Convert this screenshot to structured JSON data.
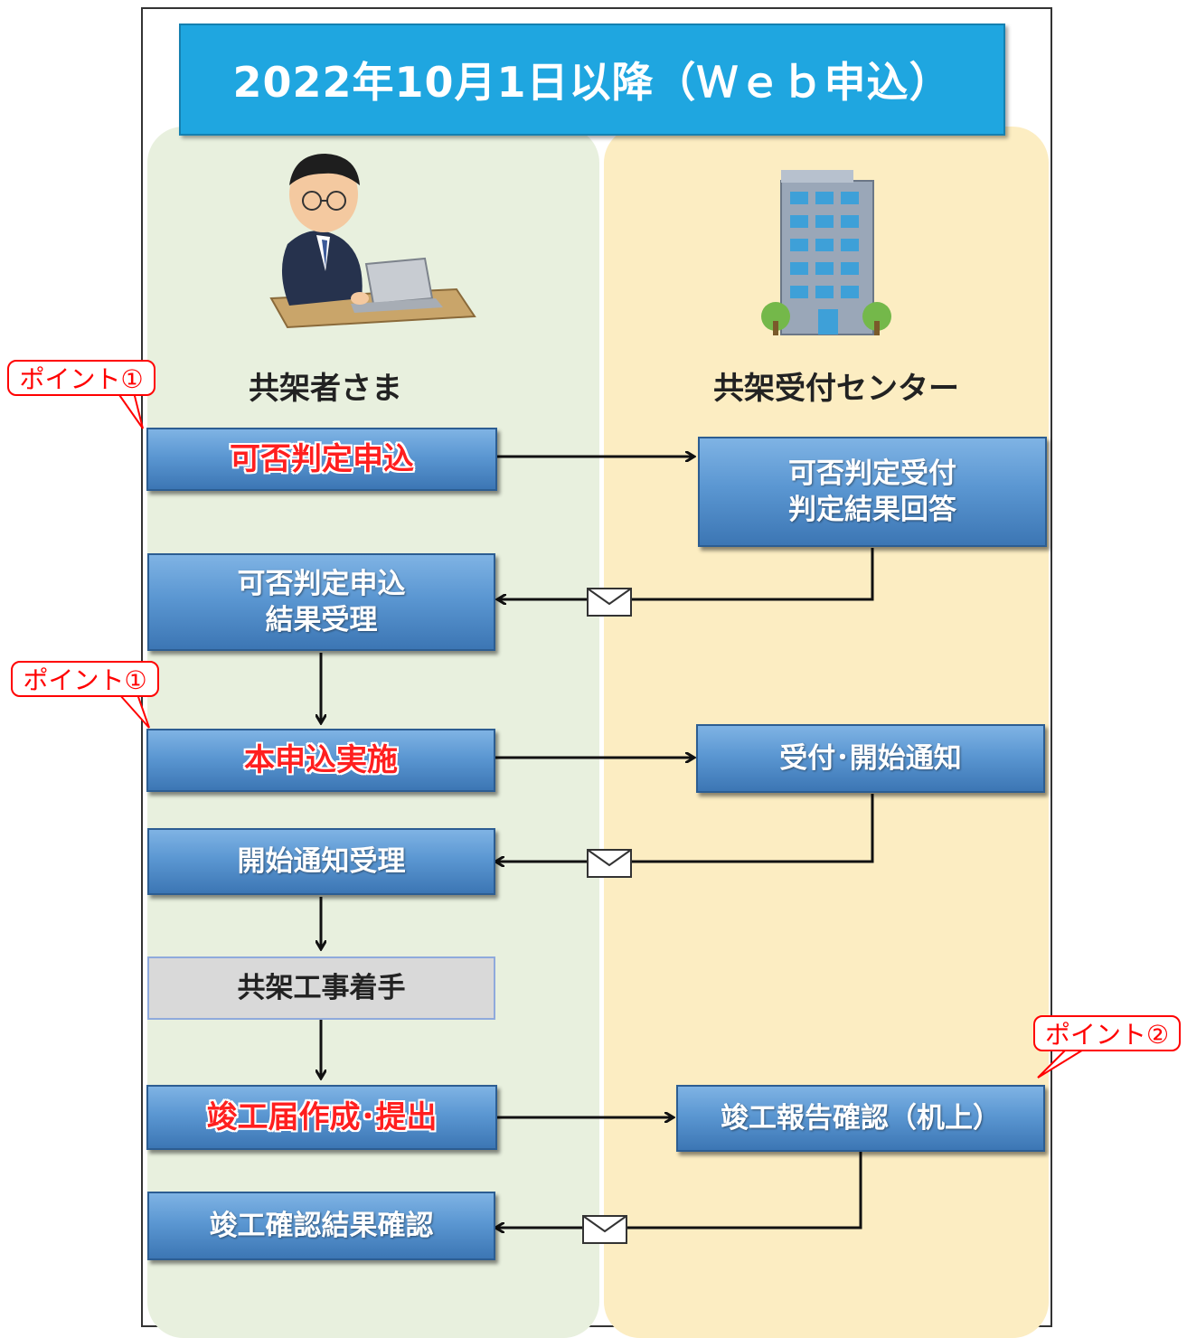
{
  "title": "2022年10月1日以降（Ｗｅｂ申込）",
  "actors": {
    "left": "共架者さま",
    "right": "共架受付センター"
  },
  "left_steps": {
    "s1": "可否判定申込",
    "s2_line1": "可否判定申込",
    "s2_line2": "結果受理",
    "s3": "本申込実施",
    "s4": "開始通知受理",
    "s5": "共架工事着手",
    "s6": "竣工届作成･提出",
    "s7": "竣工確認結果確認"
  },
  "right_steps": {
    "r1_line1": "可否判定受付",
    "r1_line2": "判定結果回答",
    "r2": "受付･開始通知",
    "r3": "竣工報告確認（机上）"
  },
  "callouts": {
    "c1": "ポイント①",
    "c2": "ポイント①",
    "c3": "ポイント②"
  },
  "colors": {
    "title_bg": "#1fa6e0",
    "lane_left": "#e8f0de",
    "lane_right": "#fcedc2",
    "highlight_text": "#ff1f1f",
    "callout_border": "#ff0000"
  }
}
